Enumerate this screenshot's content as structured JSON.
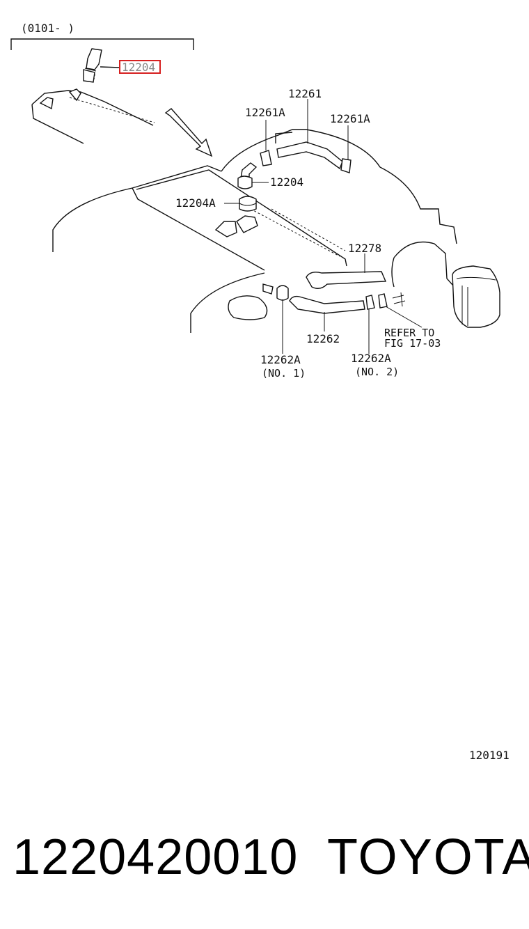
{
  "diagram": {
    "date_range": "(0101-       )",
    "callouts": {
      "inset_part": "12204",
      "part_12261": "12261",
      "part_12261a_left": "12261A",
      "part_12261a_right": "12261A",
      "part_12204": "12204",
      "part_12204a": "12204A",
      "part_12278": "12278",
      "part_12262": "12262",
      "part_12262a_no1": "12262A",
      "part_12262a_no1_note": "(NO. 1)",
      "part_12262a_no2": "12262A",
      "part_12262a_no2_note": "(NO. 2)",
      "refer_line1": "REFER TO",
      "refer_line2": "FIG 17-03"
    },
    "figure_number": "120191",
    "highlight_color": "#d62020"
  },
  "footer": {
    "part_number": "1220420010",
    "brand": "TOYOTA"
  }
}
